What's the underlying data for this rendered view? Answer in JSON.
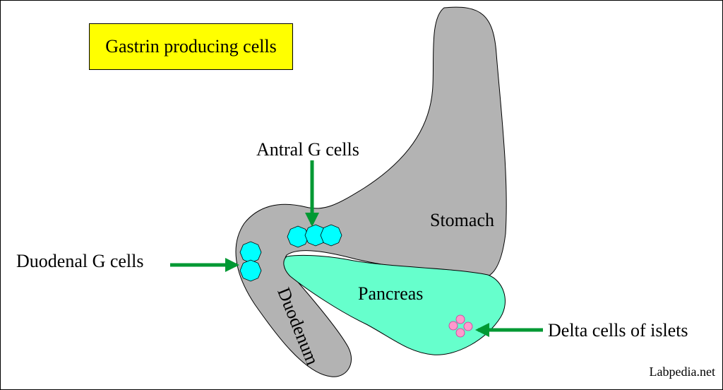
{
  "title": "Gastrin producing cells",
  "labels": {
    "antral": "Antral G cells",
    "duodenal": "Duodenal G cells",
    "stomach": "Stomach",
    "pancreas": "Pancreas",
    "duodenum": "Duodenum",
    "delta": "Delta cells of islets"
  },
  "watermark": "Labpedia.net",
  "colors": {
    "title_background": "#ffff00",
    "organ_fill": "#b3b3b3",
    "pancreas_fill": "#66ffcc",
    "g_cell_fill": "#00ffff",
    "delta_cell_fill": "#ff99cc",
    "arrow": "#009933"
  }
}
